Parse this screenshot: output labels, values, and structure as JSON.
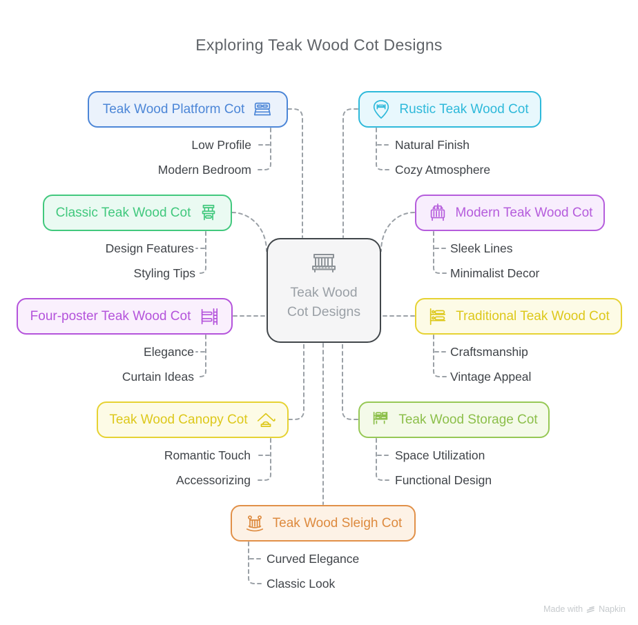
{
  "title": "Exploring Teak Wood Cot Designs",
  "center": {
    "line1": "Teak Wood",
    "line2": "Cot Designs",
    "icon": "cot-icon"
  },
  "nodes": [
    {
      "label": "Teak Wood Platform Cot",
      "icon": "platform-bed-icon",
      "text_color": "#4c86d7",
      "border_color": "#4c86d7",
      "bg_color": "#ebf2fc",
      "subs": [
        "Low Profile",
        "Modern Bedroom"
      ]
    },
    {
      "label": "Rustic Teak Wood Cot",
      "icon": "rustic-pin-bed-icon",
      "text_color": "#2eb9da",
      "border_color": "#2eb9da",
      "bg_color": "#e8f8fd",
      "subs": [
        "Natural Finish",
        "Cozy Atmosphere"
      ]
    },
    {
      "label": "Classic Teak Wood Cot",
      "icon": "classic-bed-icon",
      "text_color": "#41c87d",
      "border_color": "#41c87d",
      "bg_color": "#eafaf2",
      "subs": [
        "Design Features",
        "Styling Tips"
      ]
    },
    {
      "label": "Modern Teak Wood Cot",
      "icon": "modern-crib-icon",
      "text_color": "#b55cdc",
      "border_color": "#b55cdc",
      "bg_color": "#f8eefd",
      "subs": [
        "Sleek Lines",
        "Minimalist Decor"
      ]
    },
    {
      "label": "Four-poster Teak Wood Cot",
      "icon": "four-poster-bed-icon",
      "text_color": "#b453db",
      "border_color": "#b453db",
      "bg_color": "#faf0fd",
      "subs": [
        "Elegance",
        "Curtain Ideas"
      ]
    },
    {
      "label": "Traditional Teak Wood Cot",
      "icon": "bunk-bed-icon",
      "text_color": "#ddc81b",
      "border_color": "#e6d232",
      "bg_color": "#fdfbe6",
      "subs": [
        "Craftsmanship",
        "Vintage Appeal"
      ]
    },
    {
      "label": "Teak Wood Canopy Cot",
      "icon": "canopy-bed-icon",
      "text_color": "#ddc81b",
      "border_color": "#e6d232",
      "bg_color": "#fdfbe6",
      "subs": [
        "Romantic Touch",
        "Accessorizing"
      ]
    },
    {
      "label": "Teak Wood Storage Cot",
      "icon": "storage-bed-icon",
      "text_color": "#8cbf4a",
      "border_color": "#96c855",
      "bg_color": "#f4fae9",
      "subs": [
        "Space Utilization",
        "Functional Design"
      ]
    },
    {
      "label": "Teak Wood Sleigh Cot",
      "icon": "sleigh-crib-icon",
      "text_color": "#dd8a3e",
      "border_color": "#e19048",
      "bg_color": "#fdf2e6",
      "subs": [
        "Curved Elegance",
        "Classic Look"
      ]
    }
  ],
  "watermark": {
    "prefix": "Made with",
    "brand": "Napkin",
    "icon": "napkin-logo-icon"
  },
  "colors": {
    "connector": "#9aa0a6",
    "sub_label": "#3f4348",
    "title": "#5f6368",
    "center_border": "#41464a",
    "center_bg": "#f5f5f6",
    "center_text": "#9aa0a6",
    "background": "#ffffff"
  }
}
